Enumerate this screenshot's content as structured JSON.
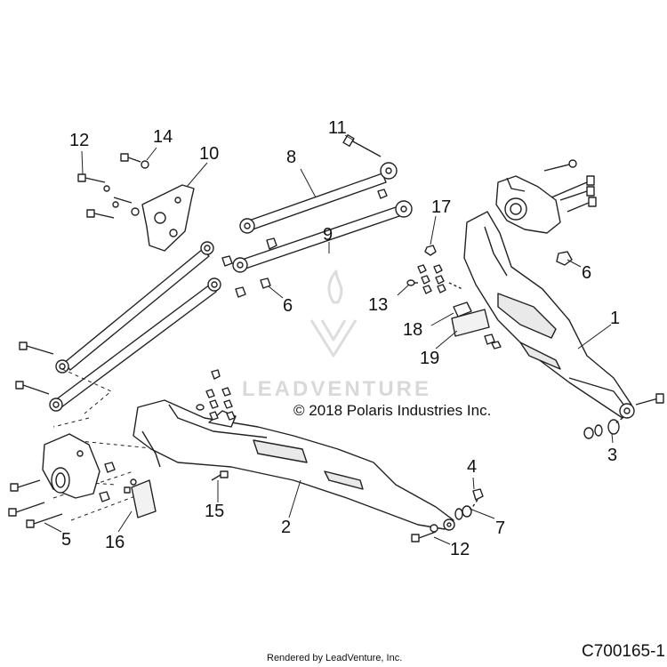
{
  "copyright": "© 2018 Polaris Industries Inc.",
  "watermark": "LEADVENTURE",
  "rendered_by": "Rendered by LeadVenture, Inc.",
  "drawing_id": "C700165-1",
  "callouts": [
    {
      "id": "c12a",
      "label": "12"
    },
    {
      "id": "c14",
      "label": "14"
    },
    {
      "id": "c10",
      "label": "10"
    },
    {
      "id": "c11",
      "label": "11"
    },
    {
      "id": "c8",
      "label": "8"
    },
    {
      "id": "c17",
      "label": "17"
    },
    {
      "id": "c9",
      "label": "9"
    },
    {
      "id": "c6a",
      "label": "6"
    },
    {
      "id": "c6b",
      "label": "6"
    },
    {
      "id": "c13",
      "label": "13"
    },
    {
      "id": "c1",
      "label": "1"
    },
    {
      "id": "c18",
      "label": "18"
    },
    {
      "id": "c19",
      "label": "19"
    },
    {
      "id": "c3",
      "label": "3"
    },
    {
      "id": "c4",
      "label": "4"
    },
    {
      "id": "c7",
      "label": "7"
    },
    {
      "id": "c15",
      "label": "15"
    },
    {
      "id": "c2",
      "label": "2"
    },
    {
      "id": "c5",
      "label": "5"
    },
    {
      "id": "c16",
      "label": "16"
    },
    {
      "id": "c12b",
      "label": "12"
    }
  ],
  "colors": {
    "line": "#222222",
    "fill": "#ffffff",
    "shade": "#e6e6e6",
    "watermark": "#d9d9d9"
  }
}
